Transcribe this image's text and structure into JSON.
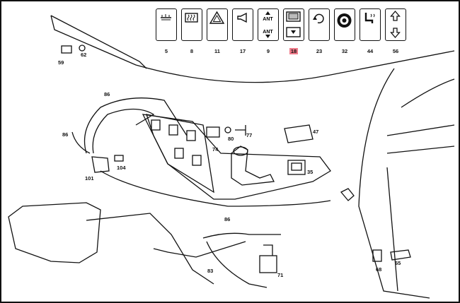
{
  "switch_panel": {
    "tiles": [
      {
        "number": "5",
        "icon": "interior-light-icon"
      },
      {
        "number": "8",
        "icon": "rear-defroster-icon"
      },
      {
        "number": "11",
        "icon": "hazard-warning-icon"
      },
      {
        "number": "17",
        "icon": "horn-icon"
      },
      {
        "number": "9",
        "icon": "antenna-up-down-icon",
        "top_text": "ANT",
        "bottom_text": "ANT"
      },
      {
        "number": "18",
        "icon": "window-up-down-icon",
        "highlighted": true
      },
      {
        "number": "23",
        "icon": "recirculation-icon"
      },
      {
        "number": "32",
        "icon": "seat-heater-icon"
      },
      {
        "number": "44",
        "icon": "seat-heating-icon"
      },
      {
        "number": "56",
        "icon": "arrow-up-down-icon"
      }
    ]
  },
  "callouts": {
    "c59": "59",
    "c62": "62",
    "c86a": "86",
    "c86b": "86",
    "c86c": "86",
    "c74": "74",
    "c80": "80",
    "c77": "77",
    "c47": "47",
    "c104": "104",
    "c101": "101",
    "c35": "35",
    "c83": "83",
    "c71": "71",
    "c68": "68",
    "c65": "65"
  },
  "colors": {
    "highlight": "#f07b8a",
    "line": "#111111"
  }
}
